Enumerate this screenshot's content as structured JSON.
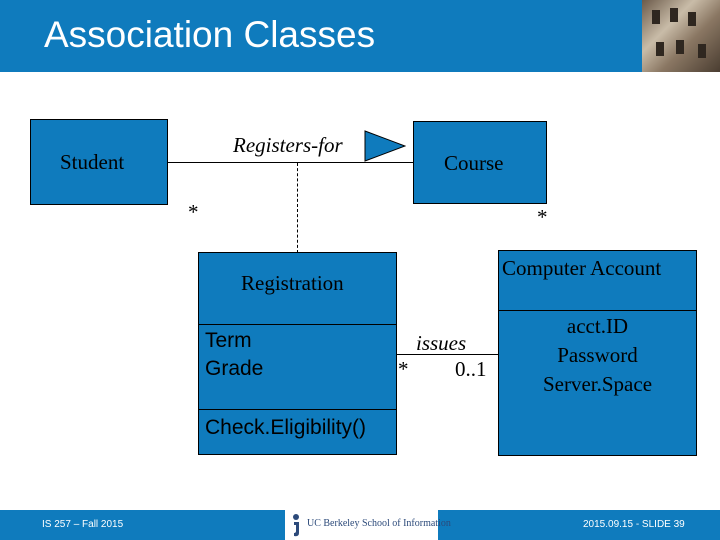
{
  "title": "Association Classes",
  "classes": {
    "student": "Student",
    "course": "Course",
    "registration": "Registration",
    "registration_attrs": [
      "Term",
      "Grade"
    ],
    "registration_ops": "Check.Eligibility()",
    "computer_account": "Computer Account",
    "computer_account_attrs": [
      "acct.ID",
      "Password",
      "Server.Space"
    ]
  },
  "associations": {
    "registers_for": "Registers-for",
    "issues": "issues",
    "mult_student": "*",
    "mult_course": "*",
    "mult_issues_left": "*",
    "mult_issues_right": "0..1"
  },
  "footer": {
    "left": "IS 257 – Fall 2015",
    "logo": "UC Berkeley School of Information",
    "right": "2015.09.15 - SLIDE 39"
  },
  "colors": {
    "accent": "#0f7bbd"
  }
}
